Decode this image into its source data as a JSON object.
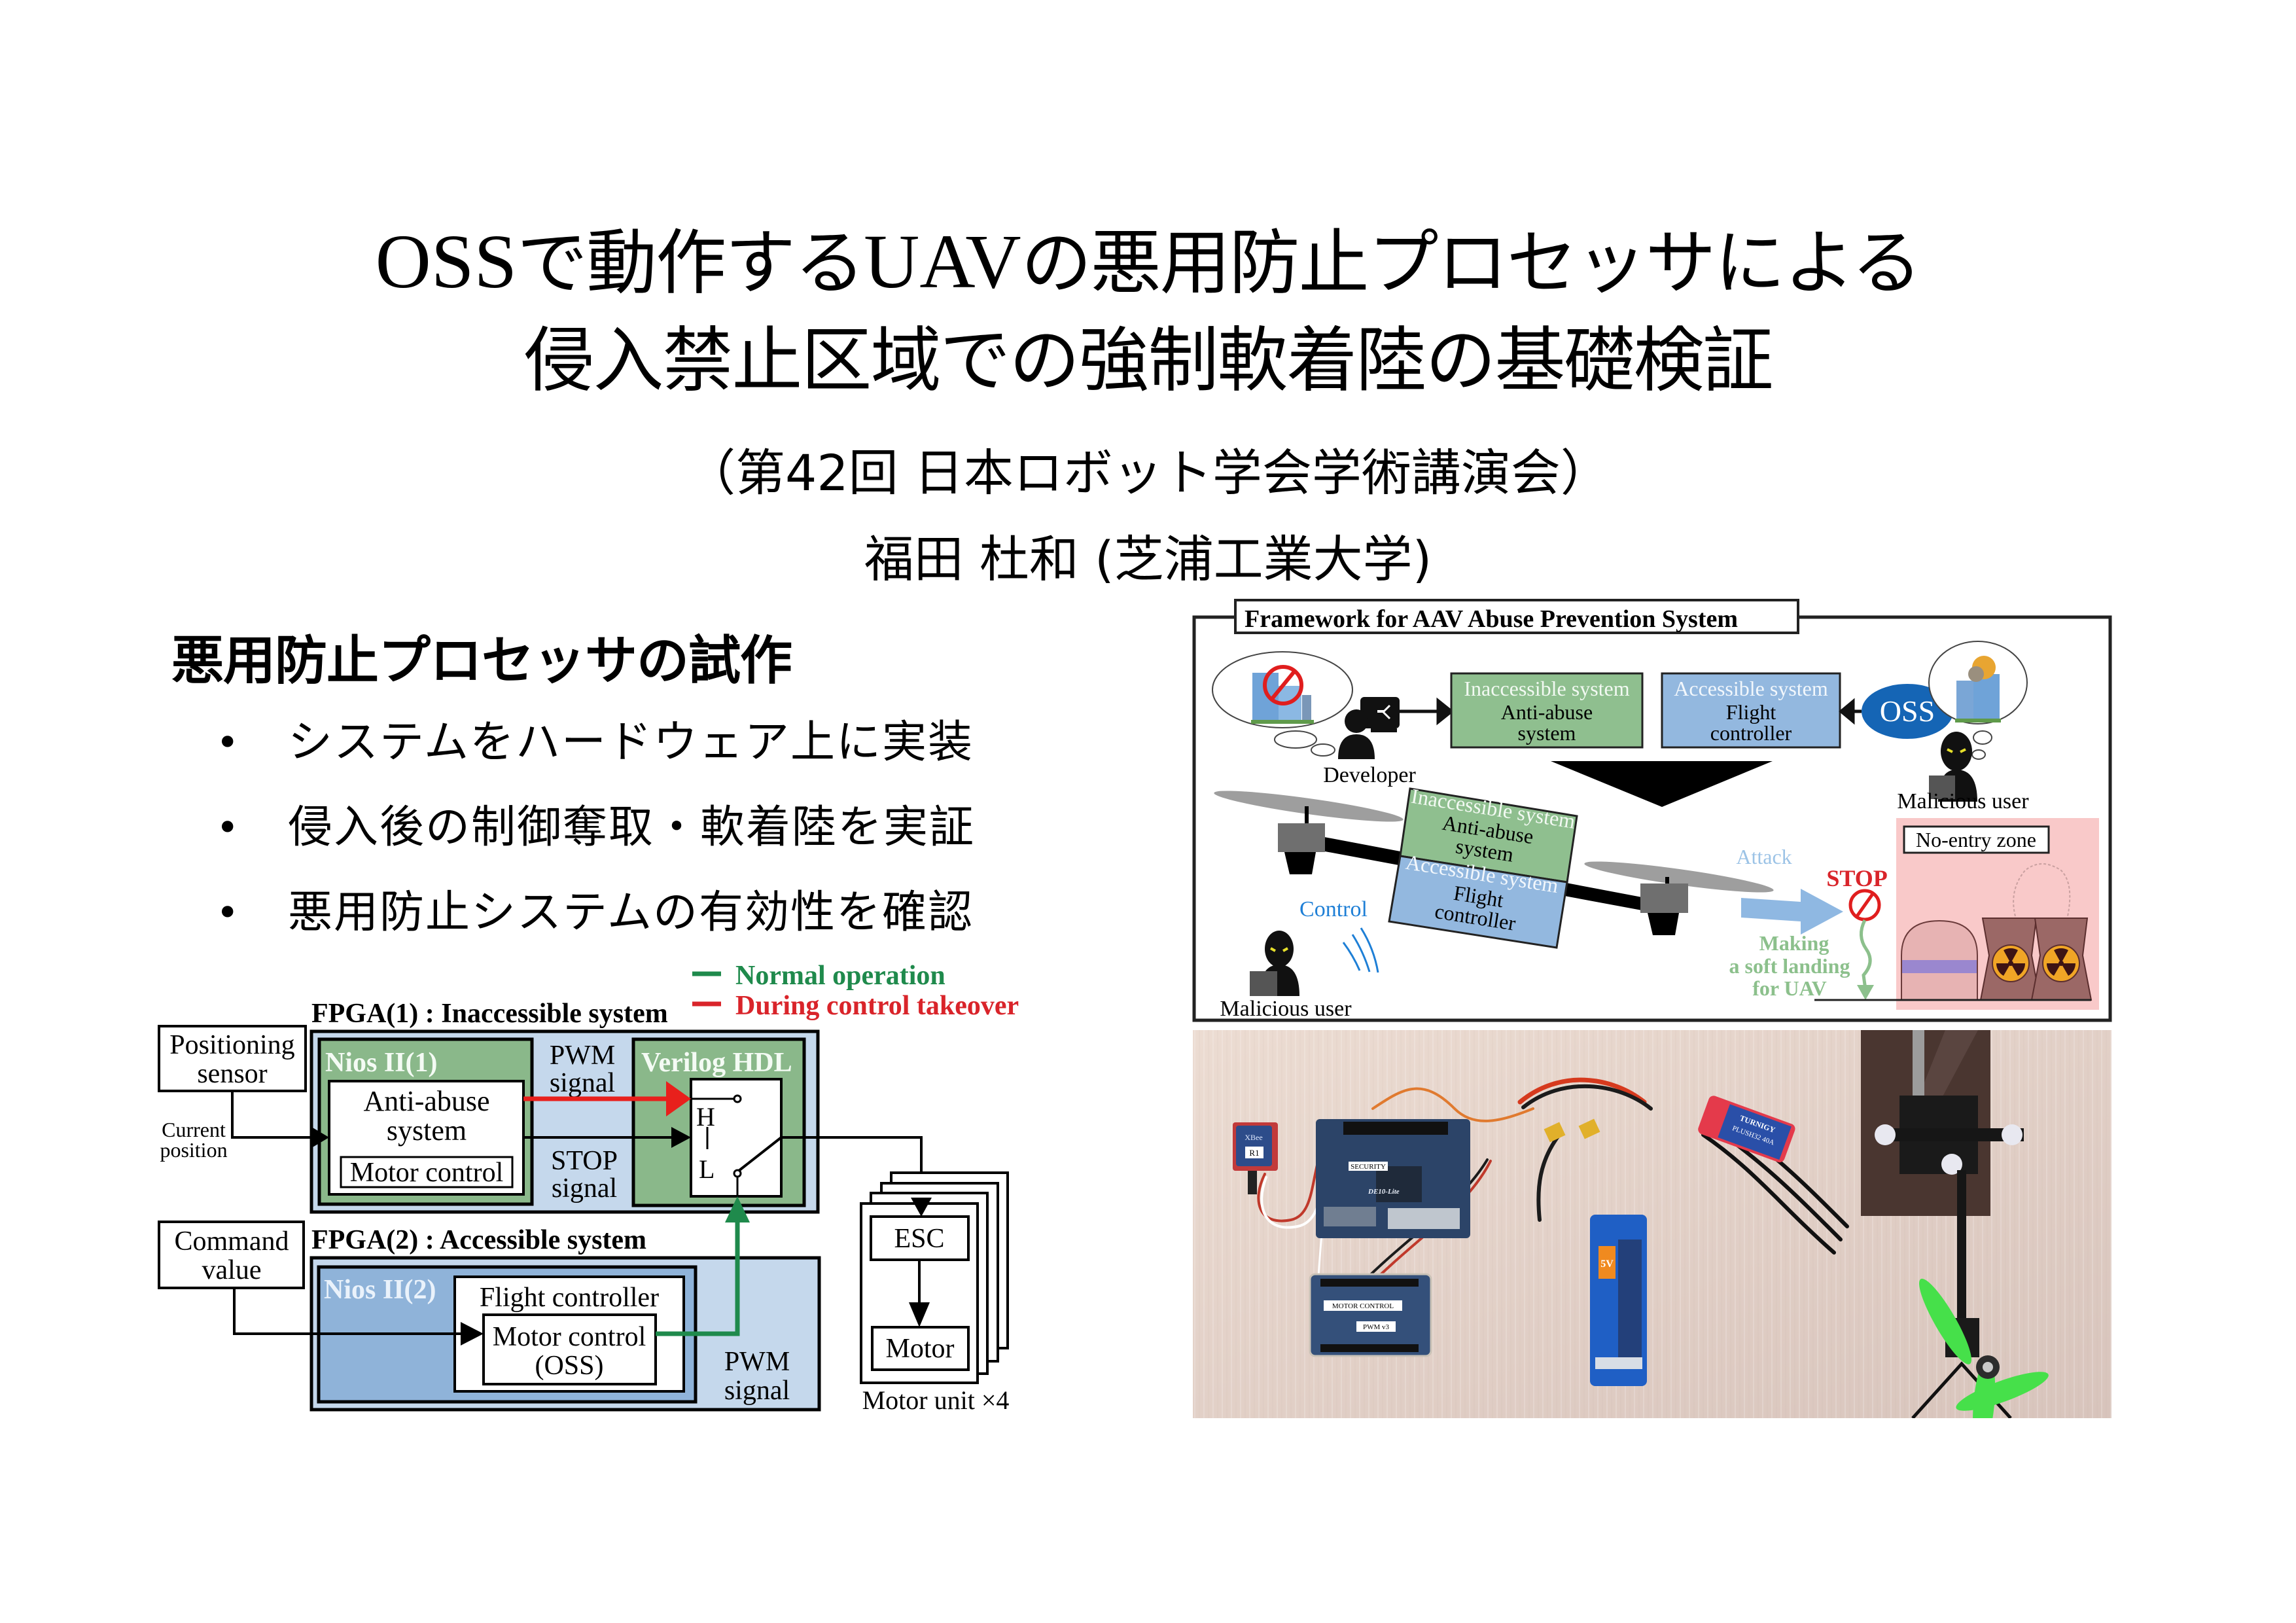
{
  "title": {
    "line1": [
      {
        "text": "OSS",
        "latin": true
      },
      {
        "text": "で動作する",
        "latin": false
      },
      {
        "text": "UAV",
        "latin": true
      },
      {
        "text": "の悪用防止プロセッサによる",
        "latin": false
      }
    ],
    "line2": "侵入禁止区域での強制軟着陸の基礎検証"
  },
  "conference": "（第42回 日本ロボット学会学術講演会）",
  "author": "福田 杜和 (芝浦工業大学)",
  "section": {
    "heading": "悪用防止プロセッサの試作",
    "bullet_glyph": "•",
    "bullets": [
      "システムをハードウェア上に実装",
      "侵入後の制御奪取・軟着陸を実証",
      "悪用防止システムの有効性を確認"
    ]
  },
  "block_diagram": {
    "legend": {
      "normal": "Normal operation",
      "takeover": "During control takeover",
      "dash": "—"
    },
    "fpga1_label": "FPGA(1) : Inaccessible system",
    "fpga2_label": "FPGA(2) : Accessible system",
    "positioning_sensor": [
      "Positioning",
      "sensor"
    ],
    "current_position": [
      "Current",
      "position"
    ],
    "nios1": "Nios II(1)",
    "anti_abuse": [
      "Anti-abuse",
      "system"
    ],
    "motor_control_1": "Motor control",
    "pwm_signal_top": [
      "PWM",
      "signal"
    ],
    "stop_signal": [
      "STOP",
      "signal"
    ],
    "verilog": "Verilog HDL",
    "switch_h": "H",
    "switch_l": "L",
    "command_value": [
      "Command",
      "value"
    ],
    "nios2": "Nios II(2)",
    "flight_controller": "Flight controller",
    "motor_control_oss": [
      "Motor control",
      "(OSS)"
    ],
    "pwm_signal_bottom": [
      "PWM",
      "signal"
    ],
    "esc": "ESC",
    "motor": "Motor",
    "motor_unit": "Motor unit ×4"
  },
  "framework": {
    "title": "Framework for AAV Abuse Prevention System",
    "developer": "Developer",
    "malicious_user_top": "Malicious user",
    "malicious_user_bottom": "Malicious user",
    "inaccessible_title": "Inaccessible system",
    "inaccessible_body": [
      "Anti-abuse",
      "system"
    ],
    "accessible_title": "Accessible system",
    "accessible_body": [
      "Flight",
      "controller"
    ],
    "oss": "OSS",
    "drone_inaccessible_title": "Inaccessible system",
    "drone_inaccessible_body": [
      "Anti-abuse",
      "system"
    ],
    "drone_accessible_title": "Accessible system",
    "drone_accessible_body": [
      "Flight",
      "controller"
    ],
    "control": "Control",
    "attack": "Attack",
    "stop": "STOP",
    "soft_landing": [
      "Making",
      "a soft landing",
      "for UAV"
    ],
    "no_entry_zone": "No-entry zone"
  },
  "photo": {
    "xbee_label": "XBee",
    "xbee_tag": "R1",
    "security_label": "SECURITY",
    "board_name": "DE10-Lite",
    "motor_control_label": "MOTOR CONTROL",
    "pwm_label": "PWM v3",
    "esc_brand": "TURNIGY",
    "esc_model": "PLUSH32 40A",
    "battery_brand": "5V"
  },
  "colors": {
    "normal_green": "#1f8a4c",
    "takeover_red": "#d9242a",
    "fpga_blue_light": "#c5d8ec",
    "nios2_blue": "#8fb3d9",
    "nios1_green": "#8ab88a",
    "framework_green": "#8fbf8f",
    "framework_blue": "#93b8df",
    "oss_blue": "#1565b5",
    "control_blue": "#1e7fd6",
    "attack_blue": "#9cc3e6",
    "soft_landing_green": "#8cc08c",
    "no_entry_pink": "#f9c9c9",
    "photo_table": "#e7d5cc"
  }
}
